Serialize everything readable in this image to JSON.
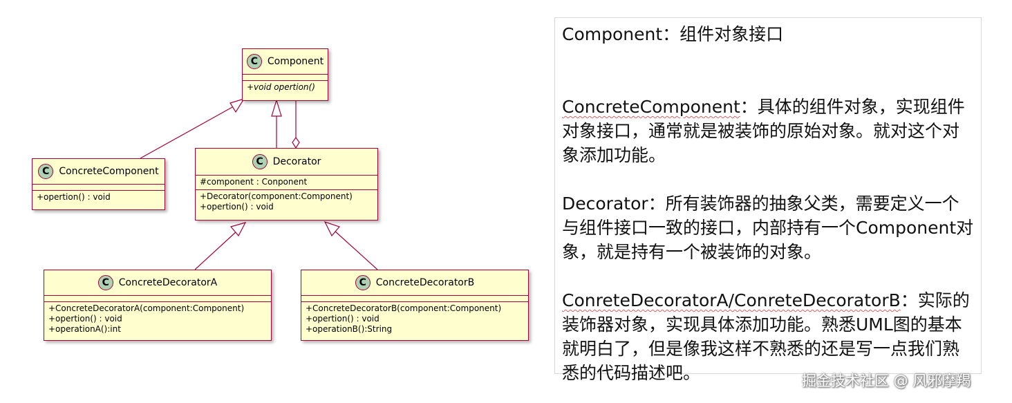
{
  "diagram": {
    "classes": {
      "component": {
        "name": "Component",
        "icon": "C",
        "operations": [
          "+void opertion()"
        ]
      },
      "concrete_component": {
        "name": "ConcreteComponent",
        "icon": "C",
        "operations": [
          "+opertion() : void"
        ]
      },
      "decorator": {
        "name": "Decorator",
        "icon": "C",
        "attributes": [
          "#component : Conponent"
        ],
        "operations": [
          "+Decorator(component:Component)",
          "+opertion() : void"
        ]
      },
      "concrete_decorator_a": {
        "name": "ConcreteDecoratorA",
        "icon": "C",
        "operations": [
          "+ConcreteDecoratorA(component:Component)",
          "+opertion() : void",
          "+operationA():int"
        ]
      },
      "concrete_decorator_b": {
        "name": "ConcreteDecoratorB",
        "icon": "C",
        "operations": [
          "+ConcreteDecoratorB(component:Component)",
          "+opertion() : void",
          "+operationB():String"
        ]
      }
    },
    "colors": {
      "class_fill": "#fefece",
      "class_border": "#a80036",
      "icon_fill": "#add1b2"
    }
  },
  "notes": {
    "component": {
      "term": "Component",
      "sep": "：",
      "desc": "组件对象接口"
    },
    "concrete_component": {
      "term": "ConcreteComponent",
      "sep": "：",
      "desc": "具体的组件对象，实现组件对象接口，通常就是被装饰的原始对象。就对这个对象添加功能。"
    },
    "decorator": {
      "term": "Decorator",
      "sep": "：",
      "desc": "所有装饰器的抽象父类，需要定义一个与组件接口一致的接口，内部持有一个Component对象，就是持有一个被装饰的对象。"
    },
    "concrete_decorators": {
      "term": "ConreteDecoratorA/ConreteDecoratorB",
      "sep": "：",
      "desc": "实际的装饰器对象，实现具体添加功能。熟悉UML图的基本就明白了，但是像我这样不熟悉的还是写一点我们熟悉的代码描述吧。"
    }
  },
  "watermark": "掘金技术社区 @ 风邪摩羯"
}
